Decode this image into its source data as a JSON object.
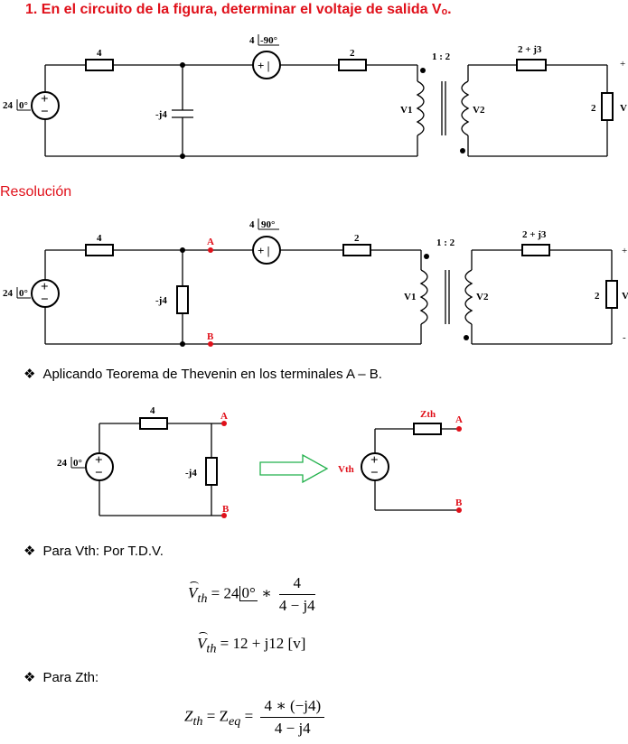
{
  "problem": {
    "title": "1.  En el circuito de la figura, determinar el voltaje de salida Vₒ."
  },
  "section": {
    "label": "Resolución"
  },
  "circuit1": {
    "source": "24",
    "source_angle": "0°",
    "r_left": "4",
    "cap": "-j4",
    "vsrc_mag": "4",
    "vsrc_angle": "-90°",
    "r_mid": "2",
    "ratio": "1 : 2",
    "v1": "V1",
    "v2": "V2",
    "z_top": "2 + j3",
    "r_load": "2",
    "vo": "V",
    "plus": "+"
  },
  "circuit2": {
    "source": "24",
    "source_angle": "0°",
    "r_left": "4",
    "cap": "-j4",
    "node_a": "A",
    "node_b": "B",
    "vsrc_mag": "4",
    "vsrc_angle": "90°",
    "r_mid": "2",
    "ratio": "1 : 2",
    "v1": "V1",
    "v2": "V2",
    "z_top": "2 + j3",
    "r_load": "2",
    "vo": "V",
    "plus": "+",
    "minus": "-"
  },
  "bullets": {
    "thevenin": "Aplicando Teorema de Thevenin en los terminales A – B.",
    "vth": "Para Vth: Por T.D.V.",
    "zth": "Para Zth:"
  },
  "circuit3": {
    "source": "24",
    "source_angle": "0°",
    "r_left": "4",
    "cap": "-j4",
    "node_a": "A",
    "node_b": "B",
    "zth": "Zth",
    "vth": "Vth",
    "node_a2": "A",
    "node_b2": "B"
  },
  "equations": {
    "vth_lhs": "V",
    "vth_sub": "th",
    "vth_rhs1": "= 24",
    "vth_angle": "0°",
    "vth_mult": "∗",
    "vth_num": "4",
    "vth_den": "4 − j4",
    "vth_result": "= 12 + j12 [v]",
    "zth_lhs": "Z",
    "zth_sub": "th",
    "zth_mid": "= Z",
    "zeq_sub": "eq",
    "zth_eq": "=",
    "zth_num": "4 ∗ (−j4)",
    "zth_den": "4 − j4"
  },
  "colors": {
    "title": "#e0101a",
    "node": "#e0101a",
    "arrow": "#22b14c"
  }
}
